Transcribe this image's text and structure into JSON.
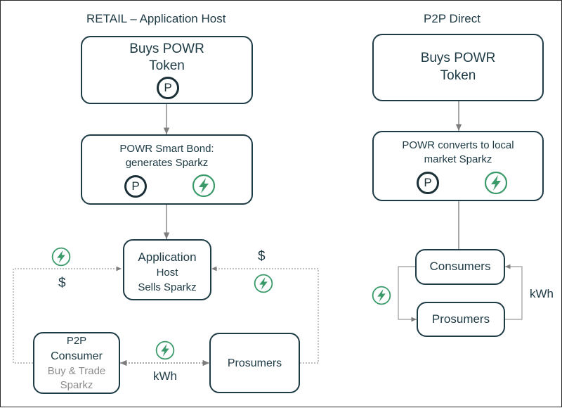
{
  "retail": {
    "title": "RETAIL – Application Host",
    "buys_box": {
      "line1": "Buys POWR",
      "line2": "Token",
      "icon": "P"
    },
    "bond_box": {
      "line1": "POWR Smart Bond:",
      "line2": "generates Sparkz",
      "icon": "P"
    },
    "host_box": {
      "line1": "Application",
      "line2": "Host",
      "line3": "Sells Sparkz"
    },
    "consumer_box": {
      "line1": "P2P",
      "line2": "Consumer",
      "line3": "Buy & Trade",
      "line4": "Sparkz"
    },
    "prosumers_box": {
      "label": "Prosumers"
    },
    "labels": {
      "dollar_left": "$",
      "dollar_right": "$",
      "kwh": "kWh"
    }
  },
  "p2p": {
    "title": "P2P Direct",
    "buys_box": {
      "line1": "Buys POWR",
      "line2": "Token"
    },
    "convert_box": {
      "line1": "POWR converts to local",
      "line2": "market Sparkz",
      "icon": "P"
    },
    "consumers_box": {
      "label": "Consumers"
    },
    "prosumers_box": {
      "label": "Prosumers"
    },
    "labels": {
      "kwh": "kWh"
    }
  },
  "colors": {
    "box_border": "#1e3b46",
    "text": "#1d3a44",
    "sparkz_green": "#3a9a6a",
    "connector": "#8a8a8a",
    "muted_text": "#8c8c8c"
  },
  "icons": {
    "powr_token": "p-token-icon",
    "sparkz": "lightning-bolt-icon"
  }
}
